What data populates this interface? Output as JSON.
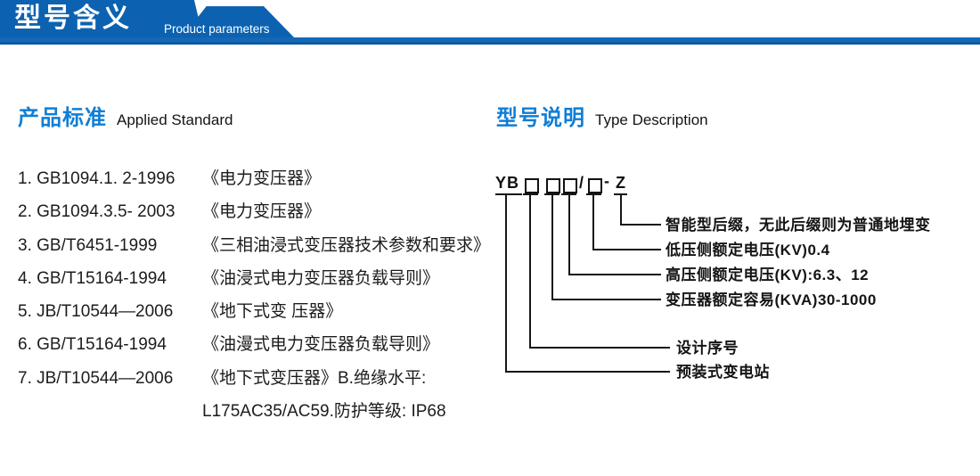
{
  "header": {
    "title_cn": "型号含义",
    "subtitle_en": "Product parameters",
    "banner_color": "#0c62b0",
    "strip_color": "#1568b5"
  },
  "left_section": {
    "title_cn": "产品标准",
    "title_en": "Applied Standard",
    "items": [
      {
        "code": "1. GB1094.1. 2-1996",
        "title": "《电力变压器》"
      },
      {
        "code": "2. GB1094.3.5- 2003",
        "title": "《电力变压器》"
      },
      {
        "code": "3. GB/T6451-1999",
        "title": "《三相油浸式变压器技术参数和要求》"
      },
      {
        "code": "4. GB/T15164-1994",
        "title": "《油浸式电力变压器负载导则》"
      },
      {
        "code": "5. JB/T10544—2006",
        "title": "《地下式变 压器》"
      },
      {
        "code": "6. GB/T15164-1994",
        "title": "《油漫式电力变压器负载导则》"
      },
      {
        "code": "7. JB/T10544—2006",
        "title": "《地下式变压器》B.绝缘水平:"
      },
      {
        "code": "",
        "title": "L175AC35/AC59.防护等级: IP68"
      }
    ]
  },
  "right_section": {
    "title_cn": "型号说明",
    "title_en": "Type Description",
    "accent_color": "#0f7ed6",
    "formula": {
      "prefix": "YB",
      "slash": "/",
      "dash": "-",
      "suffix": "Z"
    },
    "legend": [
      {
        "label": "智能型后缀，无此后缀则为普通地埋变"
      },
      {
        "label": "低压侧额定电压(KV)0.4"
      },
      {
        "label": "高压侧额定电压(KV):6.3、12"
      },
      {
        "label": "变压器额定容易(KVA)30-1000"
      },
      {
        "label": "设计序号"
      },
      {
        "label": "预装式变电站"
      }
    ]
  }
}
